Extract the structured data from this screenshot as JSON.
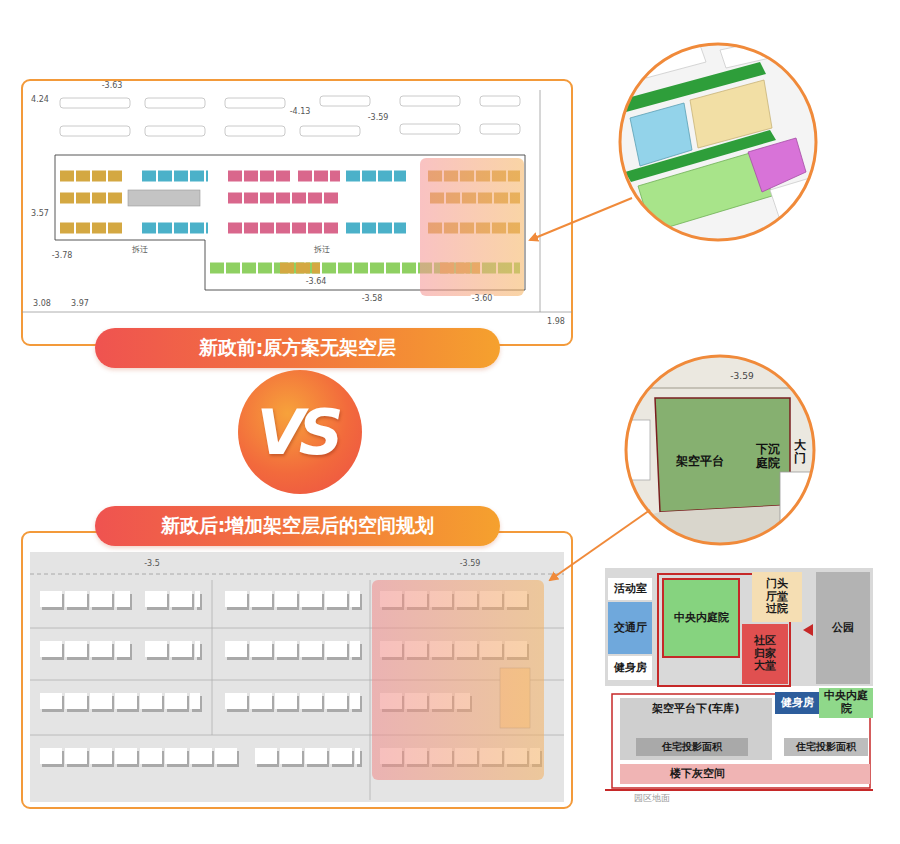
{
  "diagram": {
    "nodes": [
      {
        "text": [
          "新政前:原方案无架空层"
        ]
      },
      {
        "text": [
          "VS"
        ]
      },
      {
        "text": [
          "新政后:增加架空层后的空间规划"
        ]
      },
      {
        "text": [
          "活动室"
        ]
      },
      {
        "text": [
          "交通厅"
        ]
      },
      {
        "text": [
          "健身房"
        ]
      },
      {
        "text": [
          "中央内庭院"
        ]
      },
      {
        "text": [
          "门头厅堂过院"
        ]
      },
      {
        "text": [
          "社区归家大堂"
        ]
      },
      {
        "text": [
          "公园"
        ]
      },
      {
        "text": [
          "架空平台下(车库)"
        ]
      },
      {
        "text": [
          "健身房"
        ]
      },
      {
        "text": [
          "中央内庭院"
        ]
      },
      {
        "text": [
          "住宅投影面积"
        ],
        "in": 10
      },
      {
        "text": [
          "住宅投影面积"
        ]
      },
      {
        "text": [
          "楼下灰空间"
        ]
      }
    ],
    "labels": [
      "4.24",
      "-3.63",
      "-4.13",
      "-3.59",
      "3.57",
      "-3.78",
      "拆迁",
      "拆迁",
      "-3.64",
      "-3.58",
      "-3.60",
      "3.08",
      "3.97",
      "1.98",
      "-3.5",
      "-3.59",
      "-3.59",
      "架空平台",
      "下沉庭院",
      "大门",
      "园区地面"
    ]
  }
}
